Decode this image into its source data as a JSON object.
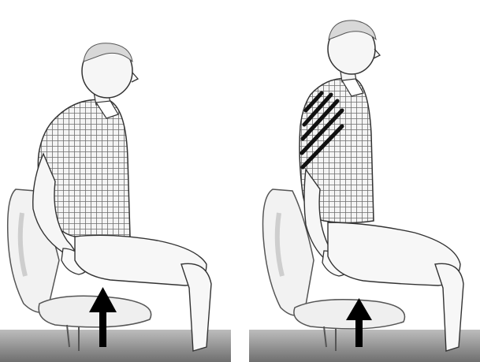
{
  "figure": {
    "panels": [
      {
        "id": "left",
        "subject": "seated-man-before-lift",
        "arrow_icon": "arrow-up-icon"
      },
      {
        "id": "right",
        "subject": "seated-man-after-lift",
        "arrow_icon": "arrow-up-icon",
        "hatch": "upper-back-hatching"
      }
    ],
    "colors": {
      "line": "#2b2b2b",
      "shade": "#9a9a9a",
      "floor": "#7a7a7a",
      "arrow": "#000000",
      "background": "#ffffff"
    }
  }
}
